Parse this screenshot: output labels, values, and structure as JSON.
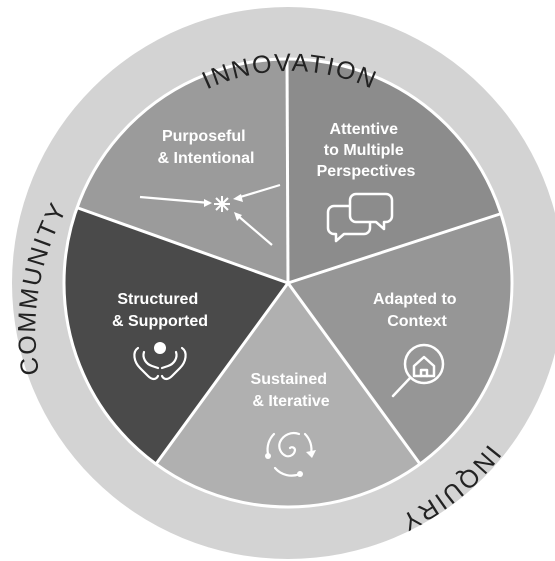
{
  "ring": {
    "top_label": "INNOVATION",
    "left_label": "COMMUNITY",
    "right_label": "INQUIRY"
  },
  "segments": [
    {
      "id": "purposeful",
      "lines": [
        "Purposeful",
        "& Intentional"
      ],
      "icon": "converging-arrows-icon",
      "color": "#9b9b9b"
    },
    {
      "id": "attentive",
      "lines": [
        "Attentive",
        "to Multiple",
        "Perspectives"
      ],
      "icon": "speech-bubbles-icon",
      "color": "#8c8c8c"
    },
    {
      "id": "adapted",
      "lines": [
        "Adapted to",
        "Context"
      ],
      "icon": "magnifier-house-icon",
      "color": "#969696"
    },
    {
      "id": "sustained",
      "lines": [
        "Sustained",
        "& Iterative"
      ],
      "icon": "spiral-cycle-icon",
      "color": "#b0b0b0"
    },
    {
      "id": "structured",
      "lines": [
        "Structured",
        "& Supported"
      ],
      "icon": "supporting-hands-icon",
      "color": "#4a4a4a"
    }
  ],
  "colors": {
    "ring": "#d3d3d3",
    "divider": "#ffffff",
    "icon": "#ffffff",
    "ring_text": "#222222"
  }
}
